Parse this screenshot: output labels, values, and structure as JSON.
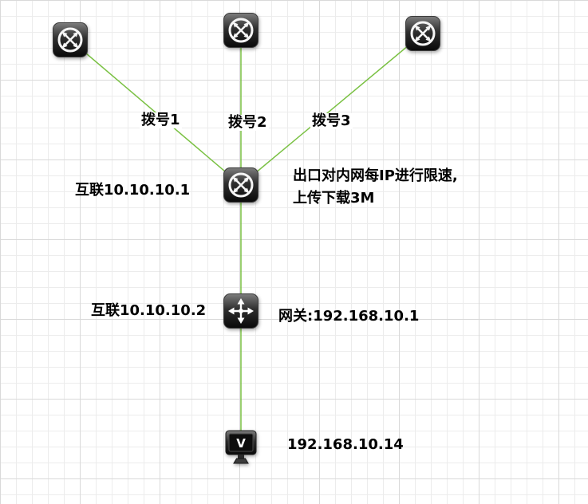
{
  "diagram": {
    "background": "#ffffff",
    "grid_minor_color": "#ececec",
    "grid_major_color": "#d9d9d9",
    "link_color": "#7ac143",
    "icon_dark": "#1a1a1a"
  },
  "labels": {
    "dial1": "拨号1",
    "dial2": "拨号2",
    "dial3": "拨号3",
    "core_ip": "互联10.10.10.1",
    "note_line1": "出口对内网每IP进行限速,",
    "note_line2": "上传下载3M",
    "gw_ip": "互联10.10.10.2",
    "gateway_ip": "网关:192.168.10.1",
    "pc_ip": "192.168.10.14"
  },
  "icons": {
    "router": "cisco-router",
    "l3_switch": "multilayer-switch",
    "monitor": "pc-monitor",
    "monitor_glyph": "V"
  }
}
